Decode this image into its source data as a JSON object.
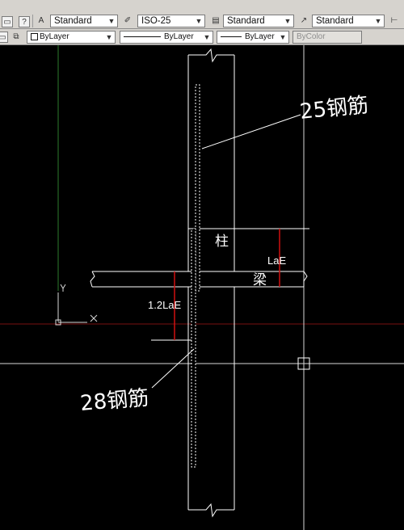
{
  "toolbar": {
    "text_style": "Standard",
    "dim_style": "ISO-25",
    "table_style": "Standard",
    "multileader_style": "Standard"
  },
  "properties": {
    "color": "ByLayer",
    "linetype": "ByLayer",
    "lineweight": "ByLayer",
    "plot_style": "ByColor"
  },
  "drawing": {
    "label_rebar_25": "25钢筋",
    "label_rebar_28": "28钢筋",
    "label_column": "柱",
    "label_beam": "梁",
    "label_lae": "LaE",
    "label_12lae": "1.2LaE",
    "ucs_x": "X",
    "ucs_y": "Y"
  },
  "colors": {
    "canvas_bg": "#000000",
    "outline": "#ffffff",
    "dimension": "#d01010",
    "grid_v": "#2e7d2e",
    "grid_h": "#7a1010",
    "toolbar_bg": "#d6d3ce"
  }
}
